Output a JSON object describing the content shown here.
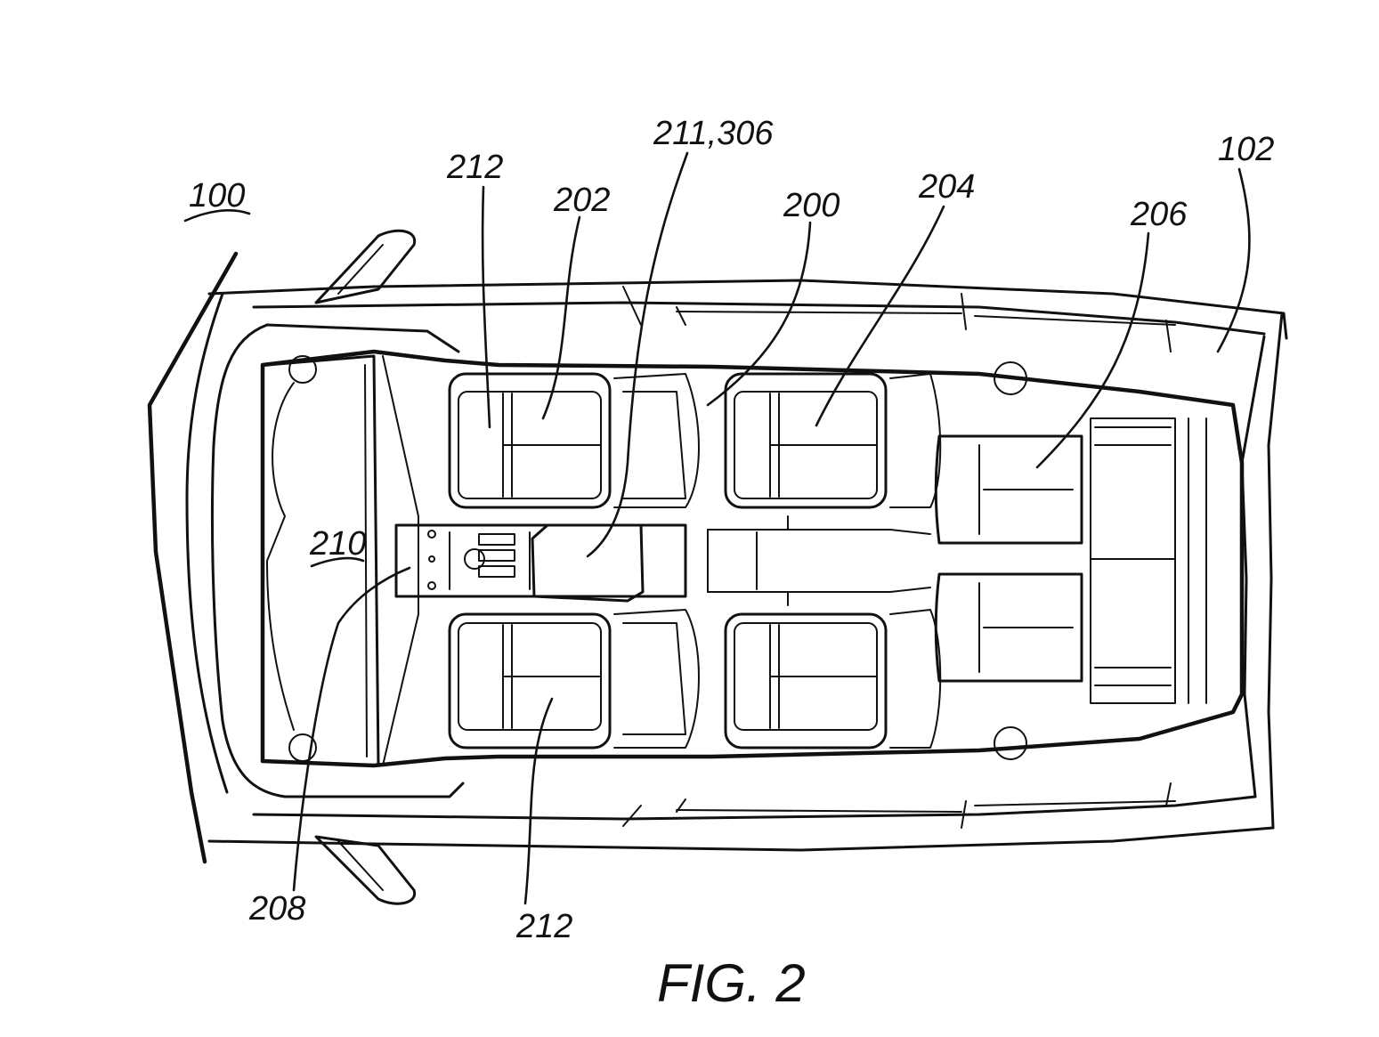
{
  "figure": {
    "caption": "FIG. 2",
    "labels": {
      "vehicle": "100",
      "body": "102",
      "interior": "200",
      "front_seat": "202",
      "middle_seat": "204",
      "rear_seat": "206",
      "console": "208",
      "dashboard": "210",
      "module": "211,306",
      "seat_ref_top": "212",
      "seat_ref_bottom": "212"
    }
  }
}
